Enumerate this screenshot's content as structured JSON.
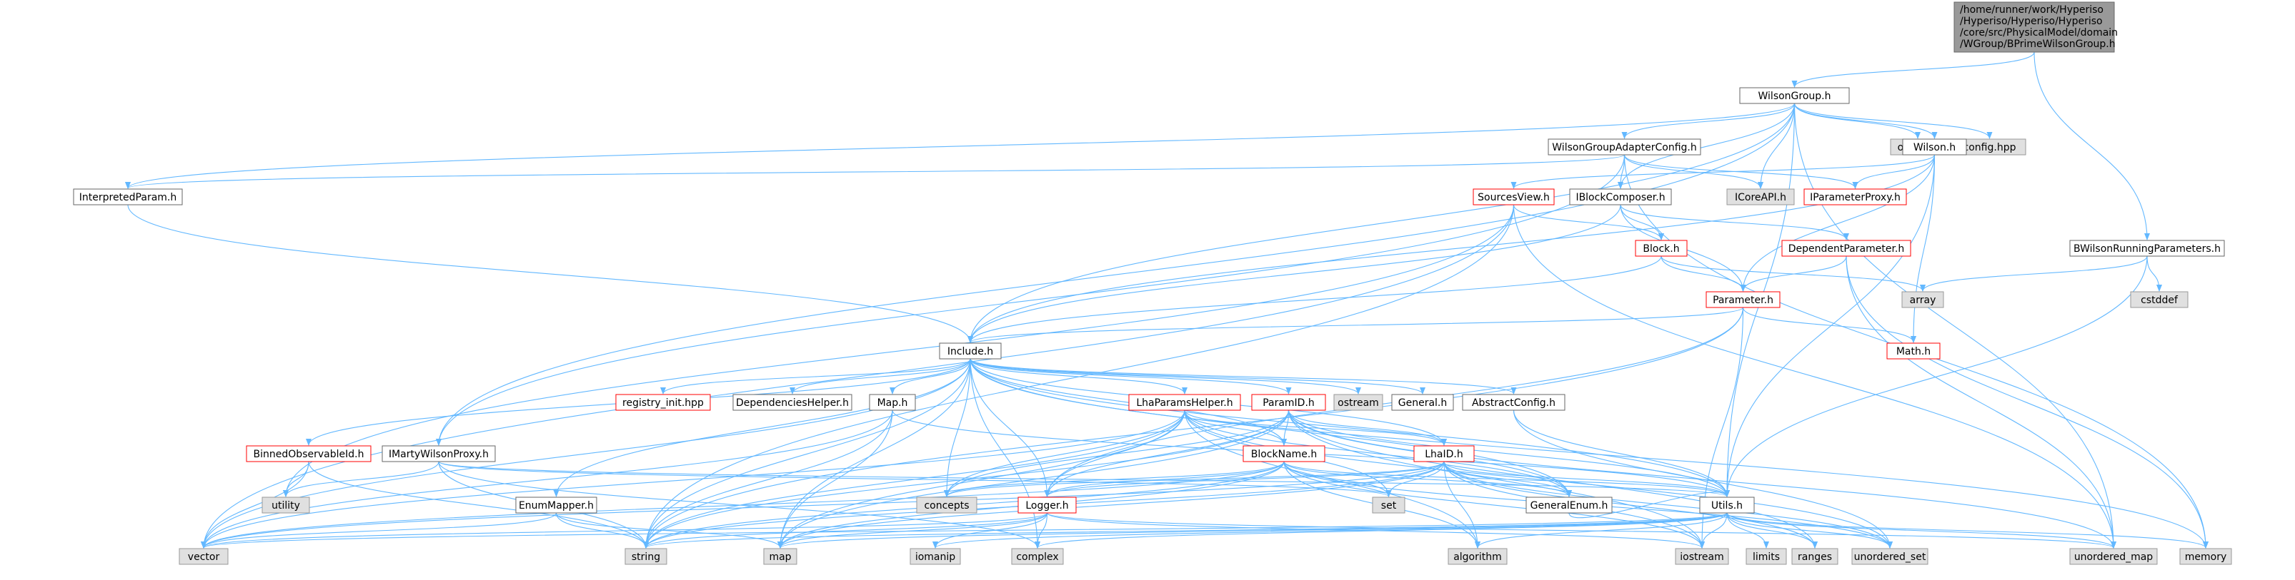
{
  "colors": {
    "edge": "#63b8ff",
    "box_fill": "#ffffff",
    "box_stroke": "#666666",
    "red_stroke": "#ff0000",
    "system_fill": "#e0e0e0",
    "system_stroke": "#999999",
    "root_fill": "#999999",
    "root_stroke": "#666666"
  },
  "root_label_lines": [
    "/home/runner/work/Hyperiso",
    "/Hyperiso/Hyperiso/Hyperiso",
    "/core/src/PhysicalModel/domain",
    "/WGroup/BPrimeWilsonGroup.h"
  ],
  "nodes": [
    {
      "id": "wilsongroup",
      "label": "WilsonGroup.h",
      "kind": "normal"
    },
    {
      "id": "bwilsonrunning",
      "label": "BWilsonRunningParameters.h",
      "kind": "normal"
    },
    {
      "id": "wilsongroupadapter",
      "label": "WilsonGroupAdapterConfig.h",
      "kind": "normal"
    },
    {
      "id": "optional",
      "label": "optional",
      "kind": "system"
    },
    {
      "id": "confighpp",
      "label": "config.hpp",
      "kind": "system"
    },
    {
      "id": "wilsonh",
      "label": "Wilson.h",
      "kind": "normal"
    },
    {
      "id": "interpretedparam",
      "label": "InterpretedParam.h",
      "kind": "normal"
    },
    {
      "id": "sourcesview",
      "label": "SourcesView.h",
      "kind": "red"
    },
    {
      "id": "iblockcomposer",
      "label": "IBlockComposer.h",
      "kind": "normal"
    },
    {
      "id": "icoreapi",
      "label": "ICoreAPI.h",
      "kind": "system"
    },
    {
      "id": "iparameterproxy",
      "label": "IParameterProxy.h",
      "kind": "red"
    },
    {
      "id": "blockh",
      "label": "Block.h",
      "kind": "red"
    },
    {
      "id": "dependentparam",
      "label": "DependentParameter.h",
      "kind": "red"
    },
    {
      "id": "cstddef",
      "label": "cstddef",
      "kind": "system"
    },
    {
      "id": "array",
      "label": "array",
      "kind": "system"
    },
    {
      "id": "parameterh",
      "label": "Parameter.h",
      "kind": "red"
    },
    {
      "id": "mathh",
      "label": "Math.h",
      "kind": "red"
    },
    {
      "id": "includeh",
      "label": "Include.h",
      "kind": "normal"
    },
    {
      "id": "registryinit",
      "label": "registry_init.hpp",
      "kind": "red"
    },
    {
      "id": "dephelper",
      "label": "DependenciesHelper.h",
      "kind": "normal"
    },
    {
      "id": "maph",
      "label": "Map.h",
      "kind": "normal"
    },
    {
      "id": "lhaparamshelper",
      "label": "LhaParamsHelper.h",
      "kind": "red"
    },
    {
      "id": "paramid",
      "label": "ParamID.h",
      "kind": "red"
    },
    {
      "id": "ostream",
      "label": "ostream",
      "kind": "system"
    },
    {
      "id": "generalh",
      "label": "General.h",
      "kind": "normal"
    },
    {
      "id": "abstractconfig",
      "label": "AbstractConfig.h",
      "kind": "normal"
    },
    {
      "id": "binnedobs",
      "label": "BinnedObservableId.h",
      "kind": "red"
    },
    {
      "id": "imarty",
      "label": "IMartyWilsonProxy.h",
      "kind": "normal"
    },
    {
      "id": "blockname",
      "label": "BlockName.h",
      "kind": "red"
    },
    {
      "id": "lhaid",
      "label": "LhaID.h",
      "kind": "red"
    },
    {
      "id": "utility",
      "label": "utility",
      "kind": "system"
    },
    {
      "id": "enummapper",
      "label": "EnumMapper.h",
      "kind": "normal"
    },
    {
      "id": "concepts",
      "label": "concepts",
      "kind": "system"
    },
    {
      "id": "loggerh",
      "label": "Logger.h",
      "kind": "red"
    },
    {
      "id": "set",
      "label": "set",
      "kind": "system"
    },
    {
      "id": "generalenum",
      "label": "GeneralEnum.h",
      "kind": "normal"
    },
    {
      "id": "utilsh",
      "label": "Utils.h",
      "kind": "normal"
    },
    {
      "id": "vector",
      "label": "vector",
      "kind": "system"
    },
    {
      "id": "string",
      "label": "string",
      "kind": "system"
    },
    {
      "id": "map",
      "label": "map",
      "kind": "system"
    },
    {
      "id": "iomanip",
      "label": "iomanip",
      "kind": "system"
    },
    {
      "id": "complex",
      "label": "complex",
      "kind": "system"
    },
    {
      "id": "algorithm",
      "label": "algorithm",
      "kind": "system"
    },
    {
      "id": "iostream",
      "label": "iostream",
      "kind": "system"
    },
    {
      "id": "limits",
      "label": "limits",
      "kind": "system"
    },
    {
      "id": "ranges",
      "label": "ranges",
      "kind": "system"
    },
    {
      "id": "unorderedset",
      "label": "unordered_set",
      "kind": "system"
    },
    {
      "id": "unorderedmap",
      "label": "unordered_map",
      "kind": "system"
    },
    {
      "id": "memory",
      "label": "memory",
      "kind": "system"
    }
  ],
  "edges": [
    [
      "root",
      "wilsongroup"
    ],
    [
      "root",
      "bwilsonrunning"
    ],
    [
      "wilsongroup",
      "wilsongroupadapter"
    ],
    [
      "wilsongroup",
      "optional"
    ],
    [
      "wilsongroup",
      "confighpp"
    ],
    [
      "wilsongroup",
      "wilsonh"
    ],
    [
      "wilsongroup",
      "interpretedparam"
    ],
    [
      "wilsongroup",
      "iblockcomposer"
    ],
    [
      "wilsongroup",
      "icoreapi"
    ],
    [
      "wilsongroup",
      "includeh"
    ],
    [
      "wilsongroup",
      "utilsh"
    ],
    [
      "wilsongroup",
      "unorderedmap"
    ],
    [
      "wilsongroup",
      "imarty"
    ],
    [
      "wilsongroupadapter",
      "interpretedparam"
    ],
    [
      "wilsongroupadapter",
      "iblockcomposer"
    ],
    [
      "wilsongroupadapter",
      "icoreapi"
    ],
    [
      "wilsongroupadapter",
      "iparameterproxy"
    ],
    [
      "wilsongroupadapter",
      "imarty"
    ],
    [
      "wilsongroupadapter",
      "memory"
    ],
    [
      "wilsonh",
      "sourcesview"
    ],
    [
      "wilsonh",
      "iparameterproxy"
    ],
    [
      "wilsonh",
      "parameterh"
    ],
    [
      "wilsonh",
      "mathh"
    ],
    [
      "wilsonh",
      "utilsh"
    ],
    [
      "wilsonh",
      "includeh"
    ],
    [
      "interpretedparam",
      "includeh"
    ],
    [
      "sourcesview",
      "blockh"
    ],
    [
      "sourcesview",
      "vector"
    ],
    [
      "sourcesview",
      "string"
    ],
    [
      "sourcesview",
      "unorderedmap"
    ],
    [
      "sourcesview",
      "utility"
    ],
    [
      "iblockcomposer",
      "blockh"
    ],
    [
      "iblockcomposer",
      "dependentparam"
    ],
    [
      "iblockcomposer",
      "parameterh"
    ],
    [
      "iblockcomposer",
      "includeh"
    ],
    [
      "blockh",
      "parameterh"
    ],
    [
      "blockh",
      "array"
    ],
    [
      "blockh",
      "includeh"
    ],
    [
      "dependentparam",
      "parameterh"
    ],
    [
      "dependentparam",
      "memory"
    ],
    [
      "dependentparam",
      "unorderedmap"
    ],
    [
      "bwilsonrunning",
      "array"
    ],
    [
      "bwilsonrunning",
      "cstddef"
    ],
    [
      "bwilsonrunning",
      "utilsh"
    ],
    [
      "parameterh",
      "includeh"
    ],
    [
      "parameterh",
      "mathh"
    ],
    [
      "parameterh",
      "loggerh"
    ],
    [
      "parameterh",
      "iostream"
    ],
    [
      "parameterh",
      "string"
    ],
    [
      "includeh",
      "registryinit"
    ],
    [
      "includeh",
      "dephelper"
    ],
    [
      "includeh",
      "maph"
    ],
    [
      "includeh",
      "lhaparamshelper"
    ],
    [
      "includeh",
      "paramid"
    ],
    [
      "includeh",
      "ostream"
    ],
    [
      "includeh",
      "generalh"
    ],
    [
      "includeh",
      "abstractconfig"
    ],
    [
      "includeh",
      "binnedobs"
    ],
    [
      "includeh",
      "blockname"
    ],
    [
      "includeh",
      "lhaid"
    ],
    [
      "includeh",
      "enummapper"
    ],
    [
      "includeh",
      "concepts"
    ],
    [
      "includeh",
      "loggerh"
    ],
    [
      "includeh",
      "generalenum"
    ],
    [
      "includeh",
      "utilsh"
    ],
    [
      "includeh",
      "vector"
    ],
    [
      "includeh",
      "string"
    ],
    [
      "includeh",
      "map"
    ],
    [
      "includeh",
      "complex"
    ],
    [
      "includeh",
      "memory"
    ],
    [
      "maph",
      "map"
    ],
    [
      "maph",
      "string"
    ],
    [
      "maph",
      "utilsh"
    ],
    [
      "maph",
      "vector"
    ],
    [
      "lhaparamshelper",
      "blockname"
    ],
    [
      "lhaparamshelper",
      "lhaid"
    ],
    [
      "lhaparamshelper",
      "generalenum"
    ],
    [
      "lhaparamshelper",
      "loggerh"
    ],
    [
      "lhaparamshelper",
      "set"
    ],
    [
      "lhaparamshelper",
      "concepts"
    ],
    [
      "lhaparamshelper",
      "string"
    ],
    [
      "lhaparamshelper",
      "vector"
    ],
    [
      "lhaparamshelper",
      "map"
    ],
    [
      "lhaparamshelper",
      "algorithm"
    ],
    [
      "lhaparamshelper",
      "unorderedset"
    ],
    [
      "paramid",
      "blockname"
    ],
    [
      "paramid",
      "lhaid"
    ],
    [
      "paramid",
      "generalenum"
    ],
    [
      "paramid",
      "utilsh"
    ],
    [
      "paramid",
      "loggerh"
    ],
    [
      "paramid",
      "concepts"
    ],
    [
      "paramid",
      "string"
    ],
    [
      "paramid",
      "map"
    ],
    [
      "paramid",
      "ranges"
    ],
    [
      "paramid",
      "unorderedmap"
    ],
    [
      "paramid",
      "iostream"
    ],
    [
      "abstractconfig",
      "utilsh"
    ],
    [
      "abstractconfig",
      "unorderedset"
    ],
    [
      "binnedobs",
      "vector"
    ],
    [
      "binnedobs",
      "utility"
    ],
    [
      "binnedobs",
      "string"
    ],
    [
      "imarty",
      "utility"
    ],
    [
      "imarty",
      "string"
    ],
    [
      "imarty",
      "set"
    ],
    [
      "imarty",
      "complex"
    ],
    [
      "imarty",
      "utilsh"
    ],
    [
      "blockname",
      "generalenum"
    ],
    [
      "blockname",
      "utilsh"
    ],
    [
      "blockname",
      "loggerh"
    ],
    [
      "blockname",
      "concepts"
    ],
    [
      "blockname",
      "set"
    ],
    [
      "blockname",
      "string"
    ],
    [
      "blockname",
      "vector"
    ],
    [
      "blockname",
      "map"
    ],
    [
      "blockname",
      "algorithm"
    ],
    [
      "blockname",
      "iostream"
    ],
    [
      "blockname",
      "unorderedset"
    ],
    [
      "lhaid",
      "generalenum"
    ],
    [
      "lhaid",
      "utilsh"
    ],
    [
      "lhaid",
      "loggerh"
    ],
    [
      "lhaid",
      "concepts"
    ],
    [
      "lhaid",
      "set"
    ],
    [
      "lhaid",
      "string"
    ],
    [
      "lhaid",
      "vector"
    ],
    [
      "lhaid",
      "map"
    ],
    [
      "lhaid",
      "algorithm"
    ],
    [
      "lhaid",
      "iostream"
    ],
    [
      "lhaid",
      "ranges"
    ],
    [
      "lhaid",
      "unorderedset"
    ],
    [
      "enummapper",
      "map"
    ],
    [
      "enummapper",
      "string"
    ],
    [
      "enummapper",
      "vector"
    ],
    [
      "loggerh",
      "iostream"
    ],
    [
      "loggerh",
      "string"
    ],
    [
      "loggerh",
      "complex"
    ],
    [
      "loggerh",
      "vector"
    ],
    [
      "loggerh",
      "map"
    ],
    [
      "loggerh",
      "iomanip"
    ],
    [
      "loggerh",
      "unorderedmap"
    ],
    [
      "utilsh",
      "vector"
    ],
    [
      "utilsh",
      "string"
    ],
    [
      "utilsh",
      "map"
    ],
    [
      "utilsh",
      "iomanip"
    ],
    [
      "utilsh",
      "complex"
    ],
    [
      "utilsh",
      "algorithm"
    ],
    [
      "utilsh",
      "iostream"
    ],
    [
      "utilsh",
      "limits"
    ],
    [
      "utilsh",
      "ranges"
    ],
    [
      "utilsh",
      "unorderedset"
    ],
    [
      "utilsh",
      "unorderedmap"
    ],
    [
      "utilsh",
      "memory"
    ],
    [
      "generalenum",
      "utilsh"
    ]
  ]
}
